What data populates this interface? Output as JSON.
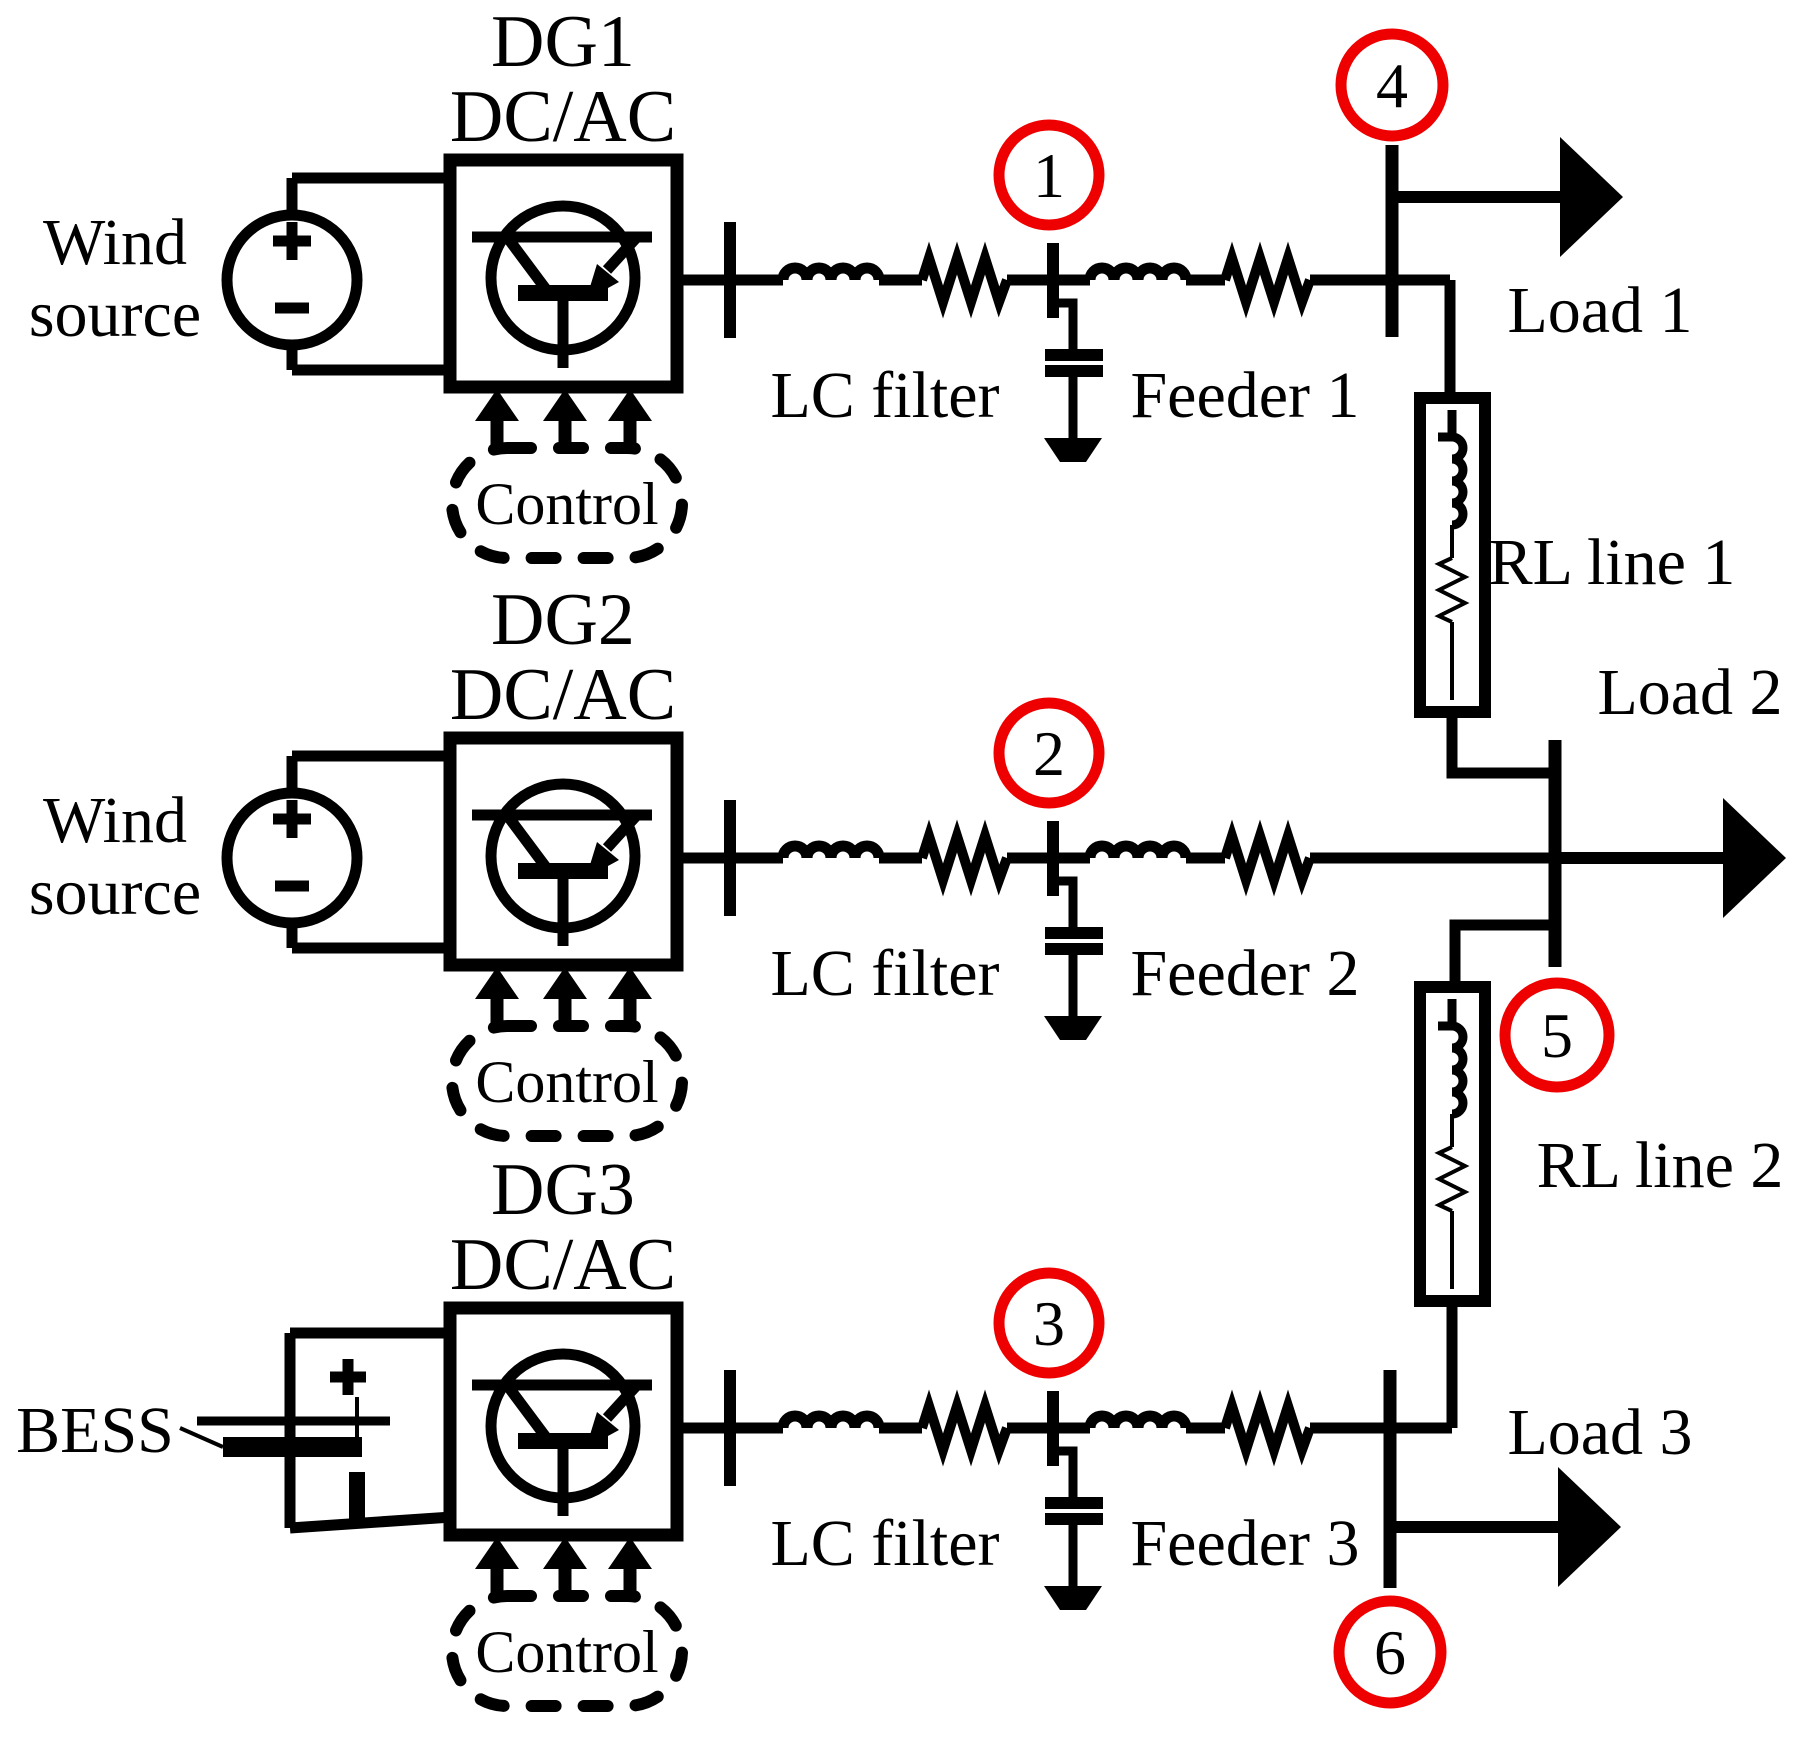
{
  "figure": {
    "kind": "microgrid one-line circuit diagram",
    "background": "#ffffff"
  },
  "colors": {
    "line": "#000000",
    "node_marker": "#ee0000"
  },
  "dgs": [
    {
      "name": "DG1",
      "converter": "DC/AC",
      "control": "Control",
      "source": {
        "kind": "wind-voltage-source",
        "lines": [
          "Wind",
          "source"
        ]
      },
      "node": "1",
      "lc_filter": "LC filter",
      "feeder": "Feeder 1"
    },
    {
      "name": "DG2",
      "converter": "DC/AC",
      "control": "Control",
      "source": {
        "kind": "wind-voltage-source",
        "lines": [
          "Wind",
          "source"
        ]
      },
      "node": "2",
      "lc_filter": "LC filter",
      "feeder": "Feeder 2"
    },
    {
      "name": "DG3",
      "converter": "DC/AC",
      "control": "Control",
      "source": {
        "kind": "battery",
        "lines": [
          "BESS"
        ]
      },
      "node": "3",
      "lc_filter": "LC filter",
      "feeder": "Feeder 3"
    }
  ],
  "network": {
    "buses": [
      {
        "node": "4",
        "load": "Load 1"
      },
      {
        "node": "5",
        "load": "Load 2"
      },
      {
        "node": "6",
        "load": "Load 3"
      }
    ],
    "rl_lines": [
      "RL line 1",
      "RL line 2"
    ]
  },
  "icons": {
    "voltage-source-icon": "circle with plus and minus marks",
    "battery-icon": "long thin plate over short thick plate with plus/minus",
    "dc-ac-converter-icon": "square box with transistor glyph",
    "transistor-icon": "circle with base bar, collector line and emitter arrow",
    "inductor-icon": "four semicircular coil bumps",
    "resistor-icon": "zigzag line",
    "capacitor-icon": "two parallel plates",
    "ground-icon": "filled trapezoid",
    "bus-bar-icon": "thick vertical bar",
    "load-arrow-icon": "solid right-pointing triangle arrow",
    "control-arrows-icon": "three thick upward arrows",
    "node-marker-icon": "red circle with red number"
  }
}
